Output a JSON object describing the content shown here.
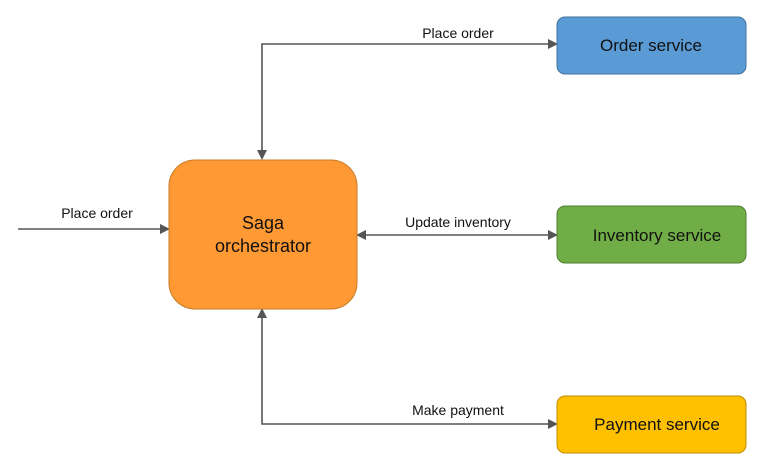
{
  "diagram": {
    "orchestrator": {
      "line1": "Saga",
      "line2": "orchestrator",
      "color": "#FF9933"
    },
    "services": [
      {
        "label": "Order service",
        "color": "#5B9BD5",
        "border": "#41719C"
      },
      {
        "label": "Inventory service",
        "color": "#70AD47",
        "border": "#507E32"
      },
      {
        "label": "Payment service",
        "color": "#FFC000",
        "border": "#BC8C00"
      }
    ],
    "edges": {
      "incoming": "Place order",
      "to_order": "Place order",
      "to_inventory": "Update inventory",
      "to_payment": "Make payment"
    },
    "icons": {
      "arrow": "arrowhead-icon"
    }
  }
}
